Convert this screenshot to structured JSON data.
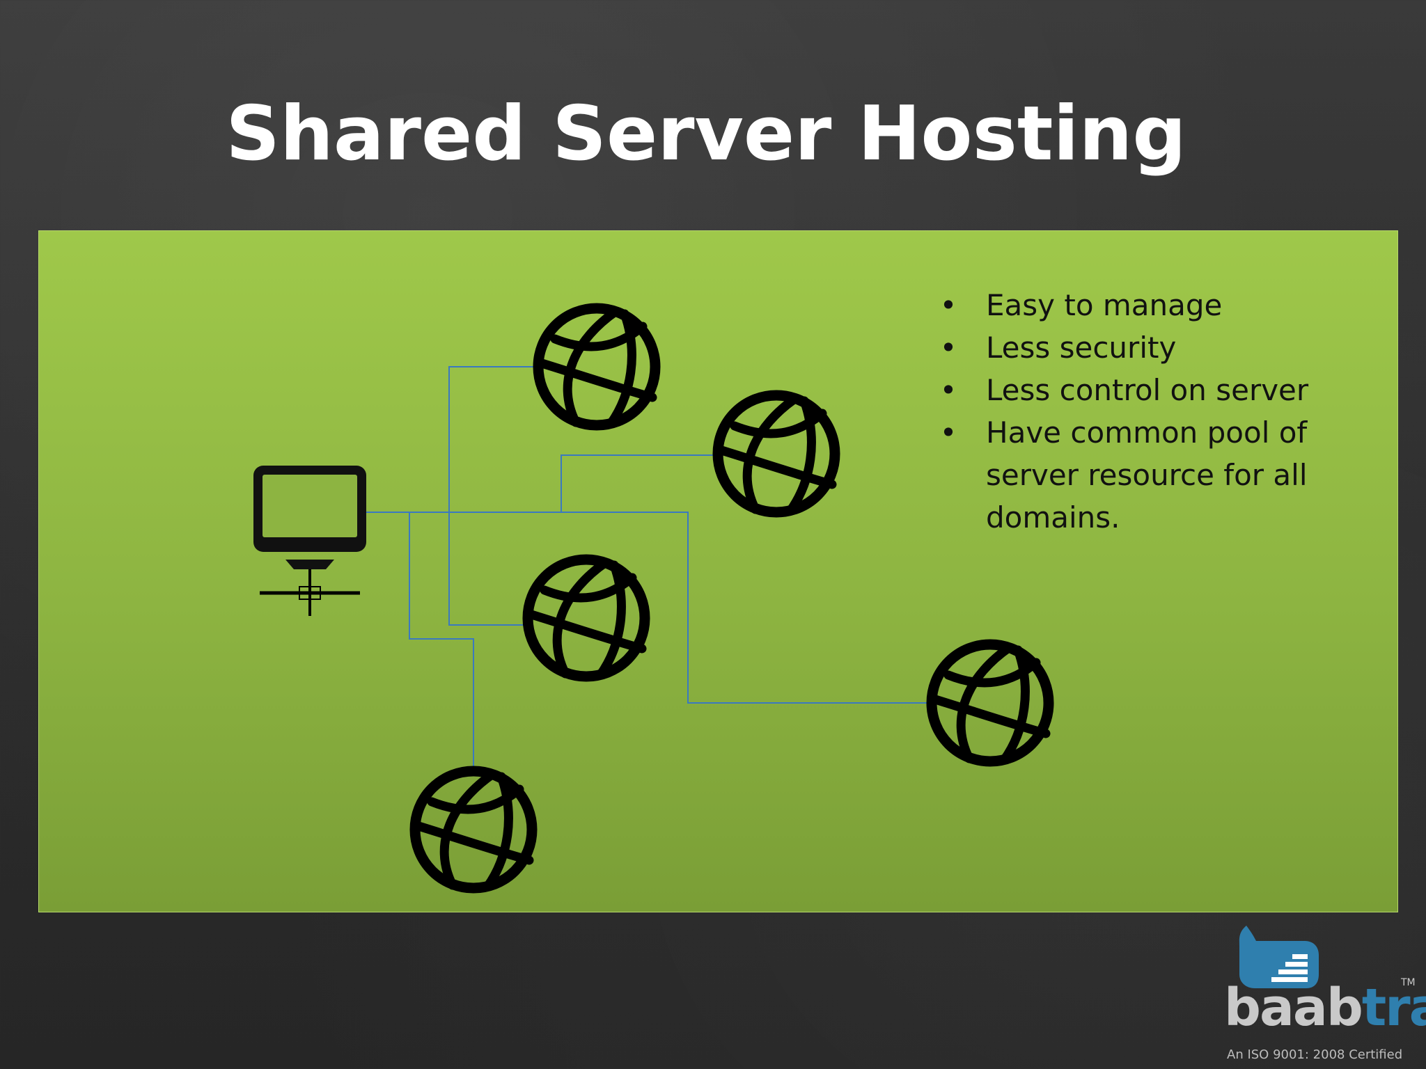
{
  "slide": {
    "title": "Shared Server Hosting"
  },
  "diagram": {
    "server": {
      "icon": "server-monitor-icon"
    },
    "websites": [
      {
        "icon": "globe-icon"
      },
      {
        "icon": "globe-icon"
      },
      {
        "icon": "globe-icon"
      },
      {
        "icon": "globe-icon"
      },
      {
        "icon": "globe-icon"
      }
    ],
    "colors": {
      "panel_top": "#9fc84a",
      "panel_bottom": "#7a9e36",
      "connector": "#3a79c0",
      "icon": "#000000"
    }
  },
  "bullets": [
    {
      "marker": "•",
      "text": "Easy to manage"
    },
    {
      "marker": "•",
      "text": "Less security"
    },
    {
      "marker": "•",
      "text": "Less control on server"
    },
    {
      "marker": "•",
      "text": "Have common pool of server resource for all domains."
    }
  ],
  "branding": {
    "logo_word_1": "baab",
    "logo_word_2": "tra",
    "trademark": "TM",
    "certification": "An ISO 9001: 2008 Certified"
  }
}
